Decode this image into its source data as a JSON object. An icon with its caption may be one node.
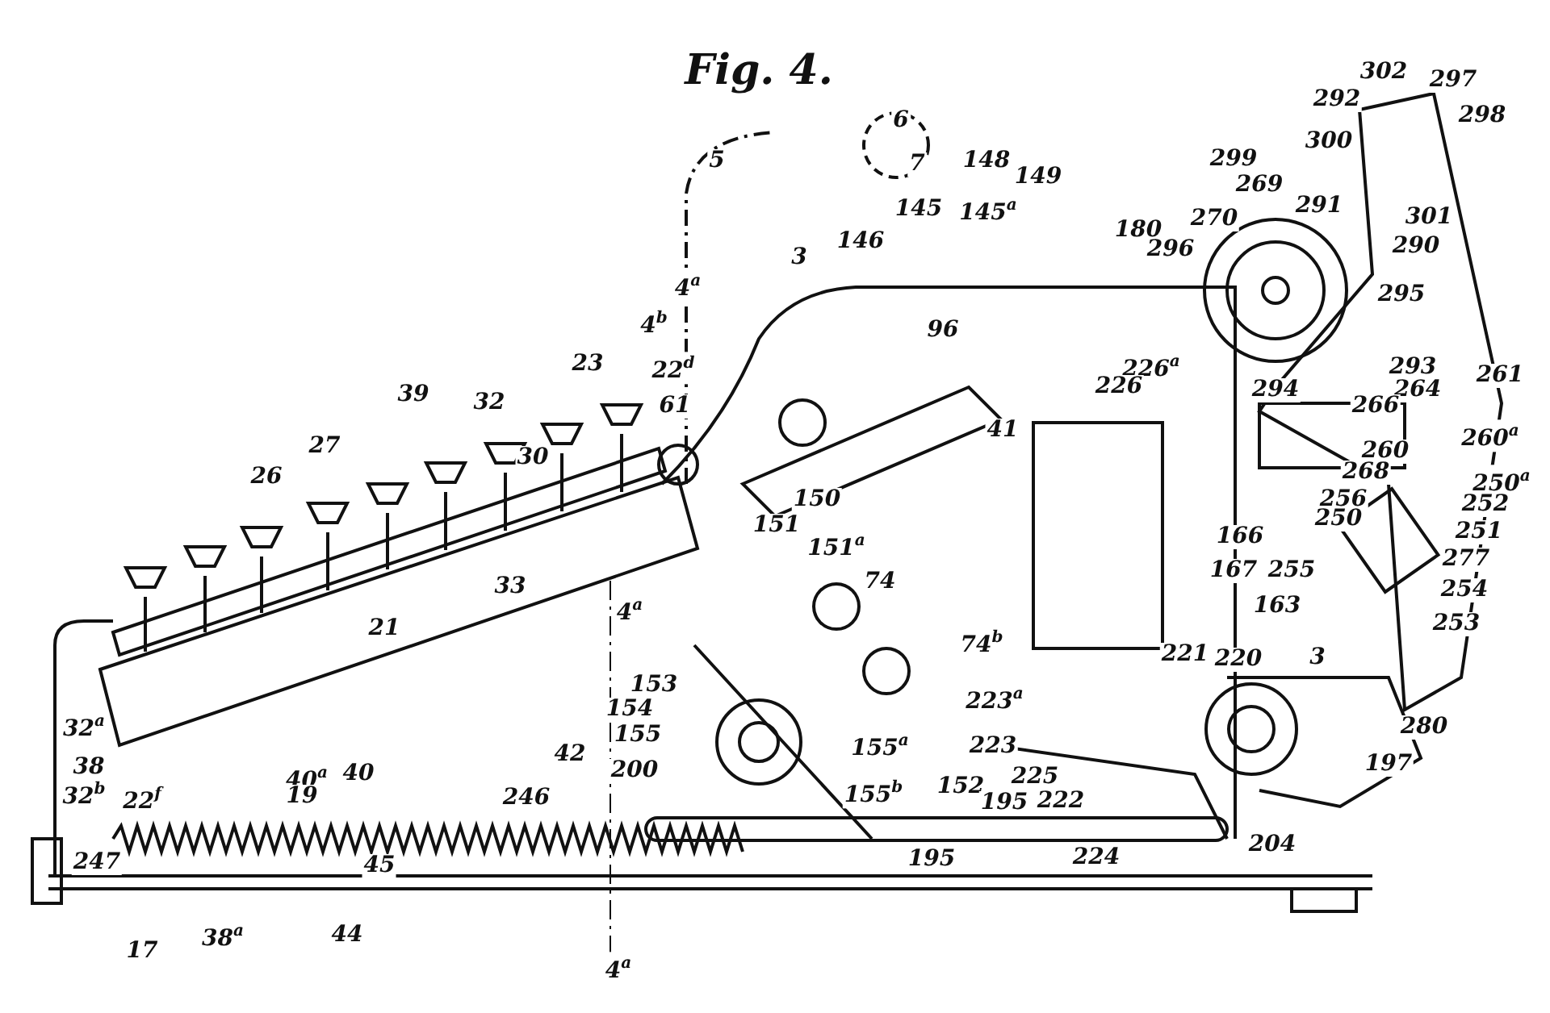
{
  "diagram": {
    "title": "Fig. 4.",
    "labels": [
      "302",
      "297",
      "298",
      "292",
      "6",
      "7",
      "5",
      "148",
      "149",
      "300",
      "299",
      "269",
      "270",
      "291",
      "145",
      "145$^{a}$",
      "301",
      "180",
      "146",
      "296",
      "290",
      "3",
      "4$^{a}$",
      "295",
      "4$^{b}$",
      "96",
      "23",
      "22$^{d}$",
      "226$^{a}$",
      "226",
      "293",
      "264",
      "294",
      "261",
      "61",
      "39",
      "32",
      "27",
      "30",
      "266",
      "41",
      "26",
      "260$^{a}$",
      "260",
      "268",
      "250$^{a}$",
      "252",
      "256",
      "150",
      "250",
      "151",
      "251",
      "151$^{a}$",
      "166",
      "167",
      "255",
      "277",
      "33",
      "74",
      "254",
      "163",
      "4$^{a}$",
      "253",
      "21",
      "74$^{b}$",
      "221",
      "220",
      "3",
      "153",
      "154",
      "223$^{a}$",
      "32$^{a}$",
      "280",
      "155",
      "155$^{a}$",
      "223",
      "197",
      "38",
      "40$^{a}$",
      "40",
      "42",
      "200",
      "225",
      "152",
      "155$^{b}$",
      "32$^{b}$",
      "22$^{f}$",
      "19",
      "195",
      "222",
      "246",
      "204",
      "247",
      "45",
      "195",
      "224",
      "38$^{a}$",
      "44",
      "17",
      "4$^{a}$"
    ]
  }
}
